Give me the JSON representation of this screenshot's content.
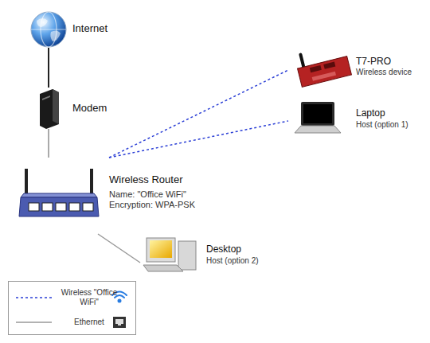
{
  "diagram": {
    "nodes": [
      {
        "text": [
          "Internet"
        ]
      },
      {
        "text": [
          "Modem"
        ]
      },
      {
        "text": [
          "Wireless Router",
          "Name: \"Office WiFi\"",
          "Encryption: WPA-PSK"
        ]
      },
      {
        "text": [
          "T7-PRO",
          "Wireless device"
        ]
      },
      {
        "text": [
          "Laptop",
          "Host (option 1)"
        ]
      },
      {
        "text": [
          "Desktop",
          "Host (option 2)"
        ]
      }
    ],
    "edges": [
      {
        "from": 0,
        "to": 1,
        "arrow": "none"
      },
      {
        "from": 1,
        "to": 2,
        "arrow": "none"
      },
      {
        "from": 2,
        "to": 3,
        "arrow": "none"
      },
      {
        "from": 2,
        "to": 4,
        "arrow": "none"
      },
      {
        "from": 2,
        "to": 5,
        "arrow": "none"
      }
    ],
    "legend": [
      {
        "text": "Wireless \"Office WiFi\""
      },
      {
        "text": "Ethernet"
      }
    ]
  }
}
